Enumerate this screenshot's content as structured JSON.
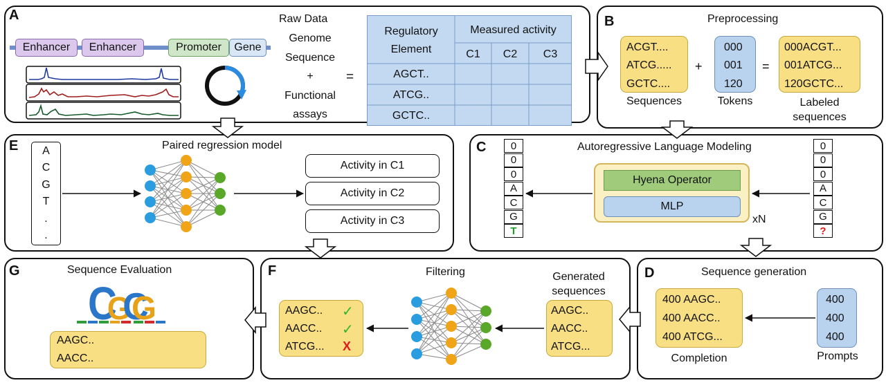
{
  "panel_a": {
    "label": "A",
    "title": "Raw Data",
    "genome_elements": [
      "Enhancer",
      "Enhancer",
      "Promoter",
      "Gene"
    ],
    "text_lines": [
      "Genome",
      "Sequence",
      "+",
      "Functional",
      "assays"
    ],
    "equals": "=",
    "table": {
      "header_left": [
        "Regulatory",
        "Element"
      ],
      "header_right": "Measured activity",
      "conditions": [
        "C1",
        "C2",
        "C3"
      ],
      "rows": [
        "AGCT..",
        "ATCG..",
        "GCTC.."
      ]
    },
    "colors": {
      "track1": "#1f3a9e",
      "track2": "#a01c1c",
      "track3": "#15582a",
      "circle_arc": "#2b8be0"
    }
  },
  "panel_b": {
    "label": "B",
    "title": "Preprocessing",
    "sequences": [
      "ACGT....",
      "ATCG.....",
      "GCTC...."
    ],
    "tokens": [
      "000",
      "001",
      "120"
    ],
    "labeled": [
      "000ACGT...",
      "001ATCG...",
      "120GCTC..."
    ],
    "plus": "+",
    "equals": "=",
    "cap_sequences": "Sequences",
    "cap_tokens": "Tokens",
    "cap_labeled_1": "Labeled",
    "cap_labeled_2": "sequences"
  },
  "panel_c": {
    "label": "C",
    "title": "Autoregressive Language Modeling",
    "output_tokens": [
      "0",
      "0",
      "0",
      "A",
      "C",
      "G",
      "T"
    ],
    "input_tokens": [
      "0",
      "0",
      "0",
      "A",
      "C",
      "G",
      "?"
    ],
    "hyena": "Hyena Operator",
    "mlp": "MLP",
    "repeat": "xN",
    "colors": {
      "predicted": "#1f9e2a",
      "unknown": "#e01b1b"
    }
  },
  "panel_d": {
    "label": "D",
    "title": "Sequence generation",
    "completions": [
      "400 AAGC..",
      "400 AACC..",
      "400 ATCG..."
    ],
    "prompts": [
      "400",
      "400",
      "400"
    ],
    "cap_completion": "Completion",
    "cap_prompts": "Prompts"
  },
  "panel_e": {
    "label": "E",
    "title": "Paired regression model",
    "sequence": [
      "A",
      "C",
      "G",
      "T",
      ".",
      "."
    ],
    "outputs": [
      "Activity in C1",
      "Activity in C2",
      "Activity in C3"
    ],
    "colors": {
      "input_layer": "#2a9de0",
      "hidden_layer": "#f0a418",
      "output_layer": "#5aa82a"
    }
  },
  "panel_f": {
    "label": "F",
    "title": "Filtering",
    "generated_title_1": "Generated",
    "generated_title_2": "sequences",
    "generated": [
      "AAGC..",
      "AACC..",
      "ATCG..."
    ],
    "filtered": [
      "AAGC..",
      "AACC..",
      "ATCG..."
    ],
    "marks": [
      "✓",
      "✓",
      "X"
    ],
    "colors": {
      "pass": "#2fb52f",
      "fail": "#e01b1b"
    }
  },
  "panel_g": {
    "label": "G",
    "title": "Sequence Evaluation",
    "logo_letters": [
      "C",
      "G",
      "C",
      "G"
    ],
    "sequences": [
      "AAGC..",
      "AACC.."
    ],
    "colors": {
      "C": "#2a76c9",
      "G": "#e8a21a",
      "A": "#2f9e3a",
      "T": "#d12a2a"
    }
  }
}
